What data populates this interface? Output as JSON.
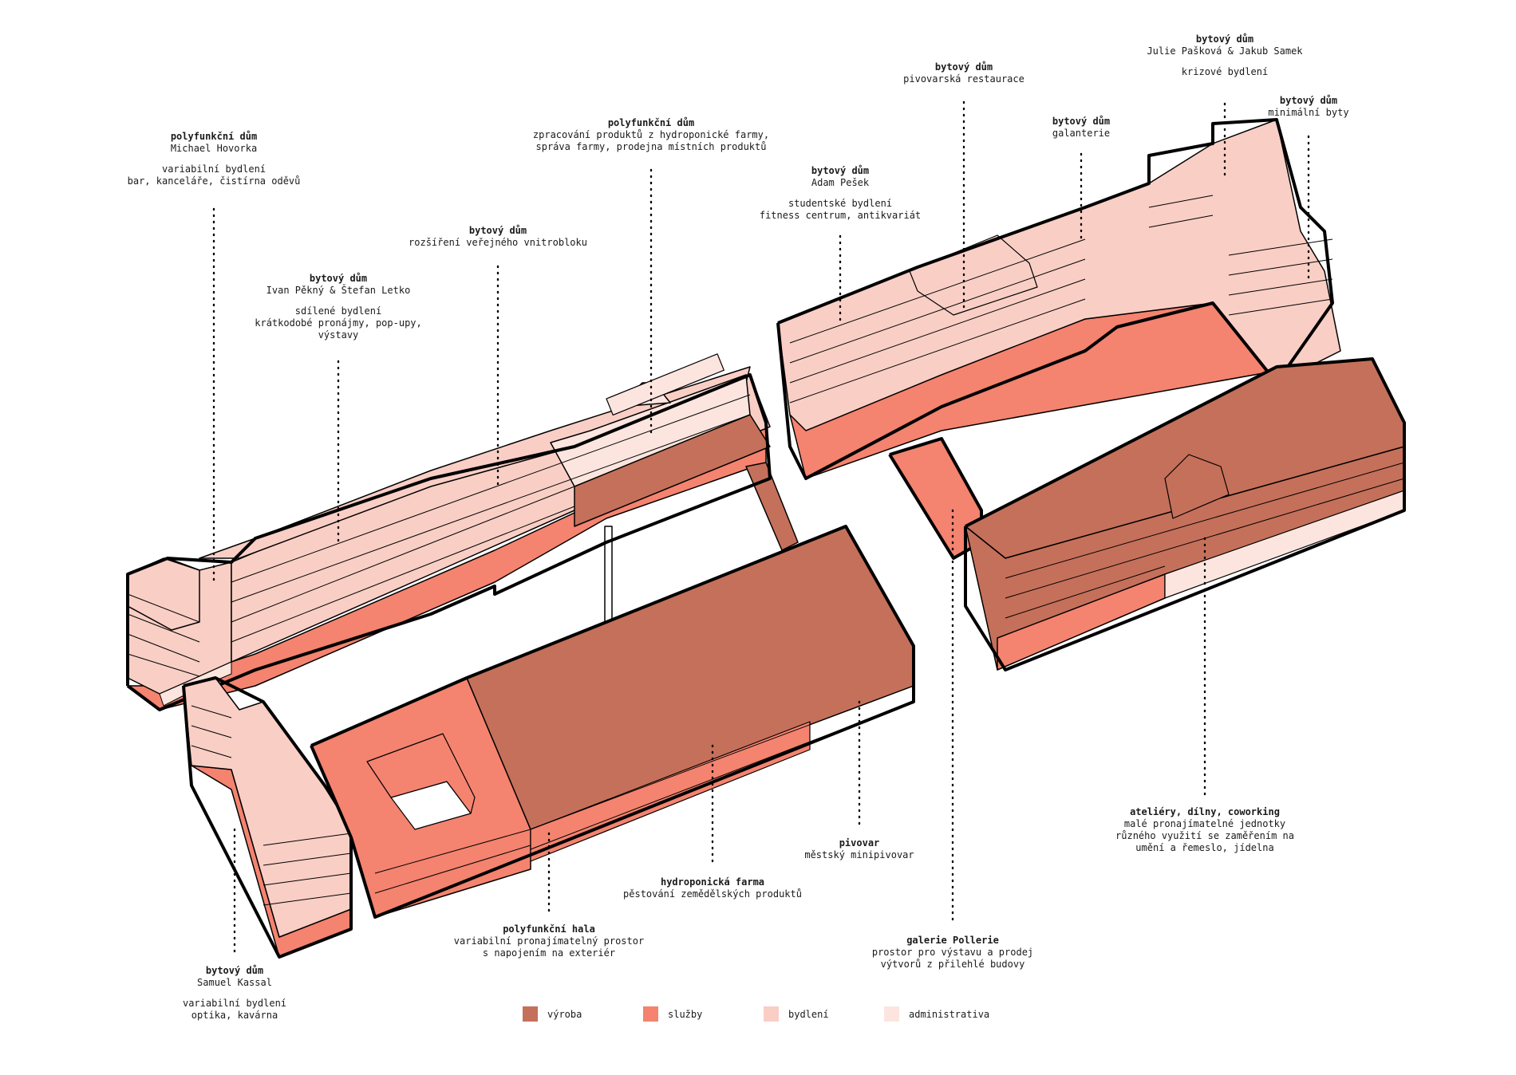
{
  "colors": {
    "vyroba": "#c5705a",
    "sluzby": "#f4836f",
    "bydleni": "#f9cec5",
    "administrativa": "#fce5df",
    "stroke": "#000000"
  },
  "labels": [
    {
      "id": "polyfunkcni-dum-hovorka",
      "title": "polyfunkční dům",
      "lines": [
        "Michael Hovorka",
        "",
        "variabilní bydlení",
        "bar, kanceláře, čistírna oděvů"
      ]
    },
    {
      "id": "bytovy-dum-peknyletko",
      "title": "bytový dům",
      "lines": [
        "Ivan Pěkný & Štefan Letko",
        "",
        "sdílené bydlení",
        "krátkodobé pronájmy, pop-upy,",
        "výstavy"
      ]
    },
    {
      "id": "bytovy-dum-vnitroblok",
      "title": "bytový dům",
      "lines": [
        "rozšíření veřejného vnitrobloku"
      ]
    },
    {
      "id": "polyfunkcni-dum-farma",
      "title": "polyfunkční dům",
      "lines": [
        "zpracování produktů z hydroponické farmy,",
        "správa farmy, prodejna místních produktů"
      ]
    },
    {
      "id": "bytovy-dum-pesek",
      "title": "bytový dům",
      "lines": [
        "Adam Pešek",
        "",
        "studentské bydlení",
        "fitness centrum, antikvariát"
      ]
    },
    {
      "id": "bytovy-dum-restaurace",
      "title": "bytový dům",
      "lines": [
        "pivovarská restaurace"
      ]
    },
    {
      "id": "bytovy-dum-galanterie",
      "title": "bytový dům",
      "lines": [
        "galanterie"
      ]
    },
    {
      "id": "bytovy-dum-paskova",
      "title": "bytový dům",
      "lines": [
        "Julie Pašková & Jakub Samek",
        "",
        "krizové bydlení"
      ]
    },
    {
      "id": "bytovy-dum-minimalni",
      "title": "bytový dům",
      "lines": [
        "minimální byty"
      ]
    },
    {
      "id": "bytovy-dum-kassal",
      "title": "bytový dům",
      "lines": [
        "Samuel Kassal",
        "",
        "variabilní bydlení",
        "optika, kavárna"
      ]
    },
    {
      "id": "polyfunkcni-hala",
      "title": "polyfunkční hala",
      "lines": [
        "variabilní pronajímatelný prostor",
        "s napojením na exteriér"
      ]
    },
    {
      "id": "hydroponicka-farma",
      "title": "hydroponická farma",
      "lines": [
        "pěstování zemědělských produktů"
      ]
    },
    {
      "id": "pivovar",
      "title": "pivovar",
      "lines": [
        "městský minipivovar"
      ]
    },
    {
      "id": "galerie-pollerie",
      "title": "galerie Pollerie",
      "lines": [
        "prostor pro výstavu a prodej",
        "výtvorů z přilehlé budovy"
      ]
    },
    {
      "id": "ateliery",
      "title": "ateliéry, dílny, coworking",
      "lines": [
        "malé pronajímatelné jednotky",
        "různého využití se zaměřením na",
        "umění a řemeslo, jídelna"
      ]
    }
  ],
  "legend": [
    {
      "key": "vyroba",
      "label": "výroba"
    },
    {
      "key": "sluzby",
      "label": "služby"
    },
    {
      "key": "bydleni",
      "label": "bydlení"
    },
    {
      "key": "administrativa",
      "label": "administrativa"
    }
  ]
}
